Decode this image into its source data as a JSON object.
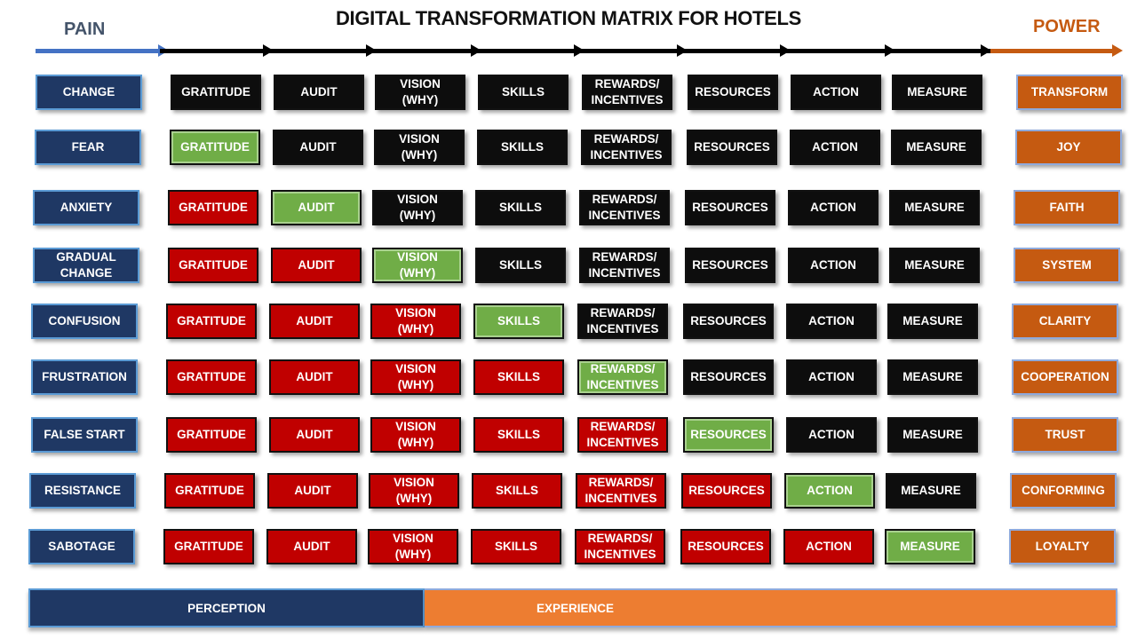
{
  "title": "DIGITAL TRANSFORMATION MATRIX FOR HOTELS",
  "pain_label": "PAIN",
  "power_label": "POWER",
  "colors": {
    "pain": "#1f3864",
    "power": "#c55a11",
    "black": "#0d0d0d",
    "red": "#c00000",
    "green": "#70ad47"
  },
  "steps": [
    "GRATITUDE",
    "AUDIT",
    "VISION\n(WHY)",
    "SKILLS",
    "REWARDS/\nINCENTIVES",
    "RESOURCES",
    "ACTION",
    "MEASURE"
  ],
  "rows": [
    {
      "pain": "CHANGE",
      "power": "TRANSFORM",
      "states": [
        "black",
        "black",
        "black",
        "black",
        "black",
        "black",
        "black",
        "black"
      ]
    },
    {
      "pain": "FEAR",
      "power": "JOY",
      "states": [
        "green",
        "black",
        "black",
        "black",
        "black",
        "black",
        "black",
        "black"
      ]
    },
    {
      "pain": "ANXIETY",
      "power": "FAITH",
      "states": [
        "red",
        "green",
        "black",
        "black",
        "black",
        "black",
        "black",
        "black"
      ]
    },
    {
      "pain": "GRADUAL\nCHANGE",
      "power": "SYSTEM",
      "states": [
        "red",
        "red",
        "green",
        "black",
        "black",
        "black",
        "black",
        "black"
      ]
    },
    {
      "pain": "CONFUSION",
      "power": "CLARITY",
      "states": [
        "red",
        "red",
        "red",
        "green",
        "black",
        "black",
        "black",
        "black"
      ]
    },
    {
      "pain": "FRUSTRATION",
      "power": "COOPERATION",
      "states": [
        "red",
        "red",
        "red",
        "red",
        "green",
        "black",
        "black",
        "black"
      ]
    },
    {
      "pain": "FALSE START",
      "power": "TRUST",
      "states": [
        "red",
        "red",
        "red",
        "red",
        "red",
        "green",
        "black",
        "black"
      ]
    },
    {
      "pain": "RESISTANCE",
      "power": "CONFORMING",
      "states": [
        "red",
        "red",
        "red",
        "red",
        "red",
        "red",
        "green",
        "black"
      ]
    },
    {
      "pain": "SABOTAGE",
      "power": "LOYALTY",
      "states": [
        "red",
        "red",
        "red",
        "red",
        "red",
        "red",
        "red",
        "green"
      ]
    }
  ],
  "bottom": {
    "perception": "PERCEPTION",
    "experience": "EXPERIENCE"
  }
}
